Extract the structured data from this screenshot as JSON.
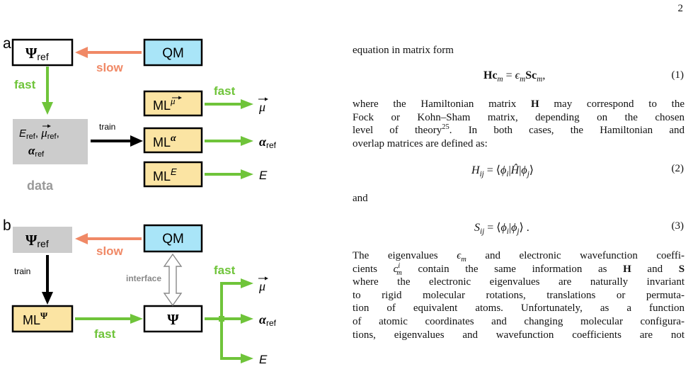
{
  "page_number": "2",
  "figure": {
    "panel_a": {
      "label": "a",
      "psi_ref": {
        "sym": "Ψ",
        "sub": "ref"
      },
      "qm": "QM",
      "slow": "slow",
      "fast_left": "fast",
      "fast_right": "fast",
      "data_E": "E",
      "data_mu": "μ",
      "data_alpha": "α",
      "ref": "ref",
      "train": "train",
      "data_label": "data",
      "ml": "ML",
      "ml_mu_sup": "μ",
      "ml_alpha_sup": "α",
      "ml_E_sup": "E",
      "out_mu": "μ",
      "out_alpha": "α",
      "out_alpha_sub": "ref",
      "out_E": "E"
    },
    "panel_b": {
      "label": "b",
      "psi_ref": {
        "sym": "Ψ",
        "sub": "ref"
      },
      "qm": "QM",
      "slow": "slow",
      "train": "train",
      "interface": "interface",
      "ml": "ML",
      "ml_sup": "Ψ",
      "fast_bottom": "fast",
      "fast_right": "fast",
      "psi": "Ψ",
      "out_mu": "μ",
      "out_alpha": "α",
      "out_alpha_sub": "ref",
      "out_E": "E"
    }
  },
  "text": {
    "line1": "equation in matrix form",
    "eq1_num": "(1)",
    "para1": [
      "where the Hamiltonian matrix",
      "may correspond to the",
      "Fock or Kohn–Sham matrix, depending on the chosen",
      "level of theory",
      ". In both cases, the Hamiltonian and",
      "overlap matrices are defined as:"
    ],
    "cite25": "25",
    "eq2_num": "(2)",
    "and": "and",
    "eq3_num": "(3)",
    "para2": [
      "The eigenvalues",
      "and electronic wavefunction coeffi-",
      "cients",
      "contain the same information as",
      "and",
      "where the electronic eigenvalues are naturally invariant",
      "to rigid molecular rotations, translations or permuta-",
      "tion of equivalent atoms. Unfortunately, as a function",
      "of atomic coordinates and changing molecular configura-",
      "tions, eigenvalues and wavefunction coefficients are not"
    ]
  },
  "colors": {
    "green": "#6fc43a",
    "salmon": "#f08966",
    "yellow": "#fbe4a3",
    "cyan": "#a9e5f8",
    "gray_box": "#cccccc",
    "gray_text": "#999999"
  }
}
